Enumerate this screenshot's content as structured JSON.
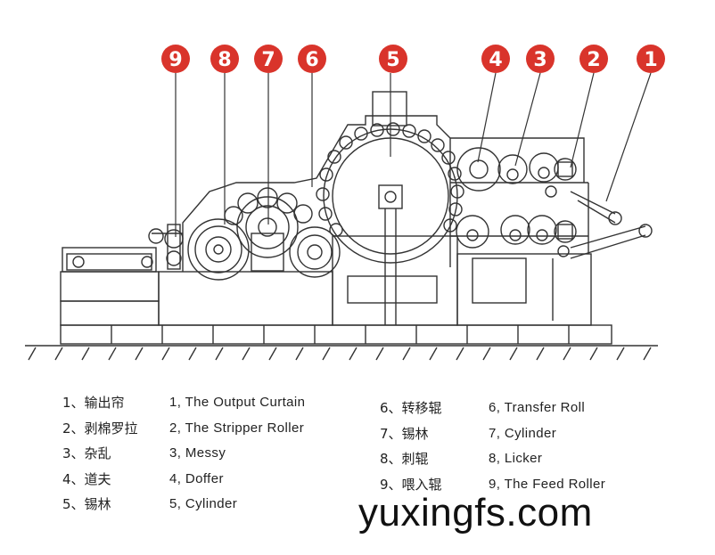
{
  "callouts": [
    "9",
    "8",
    "7",
    "6",
    "5",
    "4",
    "3",
    "2",
    "1"
  ],
  "legend_cn_left": [
    "1、输出帘",
    "2、剥棉罗拉",
    "3、杂乱",
    "4、道夫",
    "5、锡林"
  ],
  "legend_en_left": [
    "1, The Output Curtain",
    "2, The Stripper Roller",
    "3, Messy",
    "4, Doffer",
    "5, Cylinder"
  ],
  "legend_cn_right": [
    "6、转移辊",
    "7、锡林",
    "8、刺辊",
    "9、喂入辊"
  ],
  "legend_en_right": [
    "6, Transfer Roll",
    "7, Cylinder",
    "8,  Licker",
    "9, The Feed Roller"
  ],
  "watermark": "yuxingfs.com",
  "colors": {
    "callout": "#d9342b",
    "line": "#333333"
  }
}
